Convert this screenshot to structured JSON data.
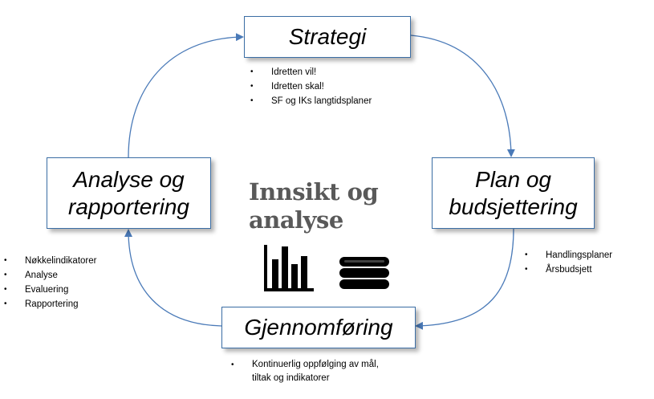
{
  "diagram": {
    "center_title": "Innsikt og\nanalyse",
    "icons": [
      "bar-chart-icon",
      "database-icon"
    ],
    "accent_color": "#3b6ea5",
    "stages": {
      "strategi": {
        "label": "Strategi",
        "bullets": [
          "Idretten vil!",
          "Idretten skal!",
          "SF og IKs langtidsplaner"
        ]
      },
      "plan": {
        "label": "Plan og\nbudsjettering",
        "bullets": [
          "Handlingsplaner",
          "Årsbudsjett"
        ]
      },
      "gjennomforing": {
        "label": "Gjennomføring",
        "bullets": [
          "Kontinuerlig oppfølging av mål, tiltak og indikatorer"
        ]
      },
      "analyse": {
        "label": "Analyse og\nrapportering",
        "bullets": [
          "Nøkkelindikatorer",
          "Analyse",
          "Evaluering",
          "Rapportering"
        ]
      }
    }
  }
}
